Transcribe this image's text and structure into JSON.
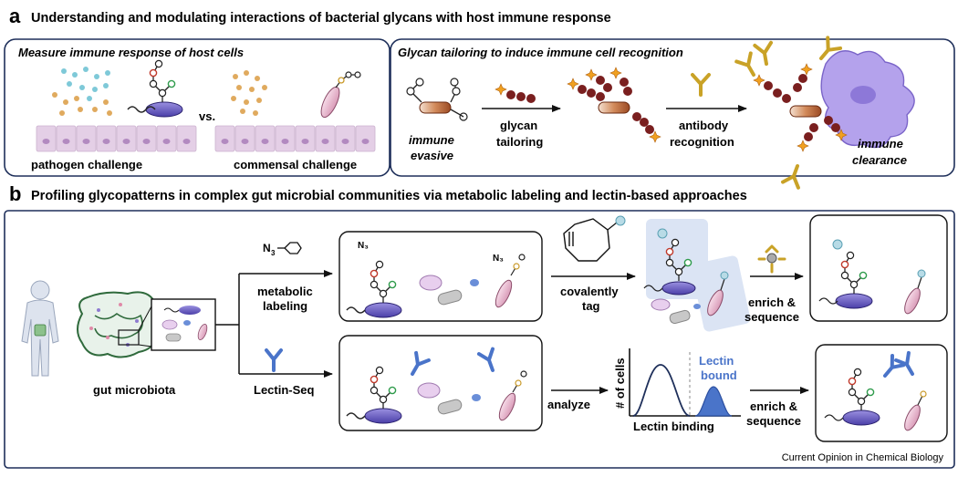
{
  "panel_a": {
    "letter": "a",
    "title": "Understanding and modulating interactions of bacterial glycans with host immune response",
    "left_box": {
      "heading": "Measure immune response of host cells",
      "vs": "vs.",
      "pathogen": "pathogen challenge",
      "commensal": "commensal challenge"
    },
    "right_box": {
      "heading": "Glycan tailoring to induce immune cell recognition",
      "evasive_line1": "immune",
      "evasive_line2": "evasive",
      "tailoring_line1": "glycan",
      "tailoring_line2": "tailoring",
      "antibody_line1": "antibody",
      "antibody_line2": "recognition",
      "clearance_line1": "immune",
      "clearance_line2": "clearance"
    }
  },
  "panel_b": {
    "letter": "b",
    "title": "Profiling glycopatterns in complex gut microbial communities via metabolic labeling and lectin-based approaches",
    "gut_microbiota": "gut microbiota",
    "azide_label": "N",
    "azide_sub": "3",
    "metabolic_line1": "metabolic",
    "metabolic_line2": "labeling",
    "lectin_seq": "Lectin-Seq",
    "covalently_line1": "covalently",
    "covalently_line2": "tag",
    "enrich_top_line1": "enrich &",
    "enrich_top_line2": "sequence",
    "analyze": "analyze",
    "hist_ylabel": "# of cells",
    "hist_xlabel": "Lectin binding",
    "lectin_bound_line1": "Lectin",
    "lectin_bound_line2": "bound",
    "enrich_bottom_line1": "enrich &",
    "enrich_bottom_line2": "sequence"
  },
  "credit": "Current Opinion in Chemical Biology",
  "colors": {
    "frame": "#1e2f5a",
    "purple_cell": "#6b5fc4",
    "pink_cell": "#f0c8dc",
    "host_cell": "#e4cfe6",
    "gold": "#c9a227",
    "maroon": "#7a1f1f",
    "teal": "#7ec9d8",
    "lectin_blue": "#4a74c9",
    "highlight": "#dbe4f4"
  }
}
